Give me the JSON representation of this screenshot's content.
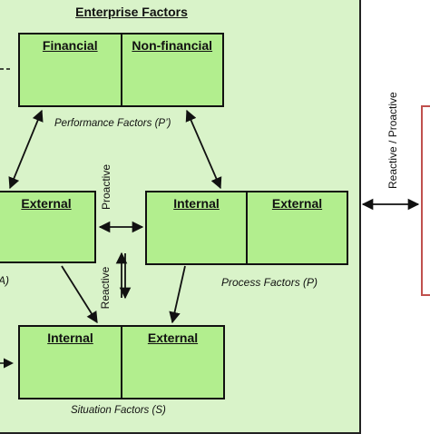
{
  "title": "Enterprise Factors",
  "performance": {
    "left": "Financial",
    "right": "Non-financial",
    "caption": "Performance Factors (P’)"
  },
  "process": {
    "left": "Internal",
    "right": "External",
    "caption": "Process Factors (P)"
  },
  "situation": {
    "left": "Internal",
    "right": "External",
    "caption": "Situation Factors (S)"
  },
  "left_box": {
    "label": "External",
    "caption_fragment": "A)"
  },
  "labels": {
    "proactive": "Proactive",
    "reactive": "Reactive",
    "reactive_proactive": "Reactive / Proactive"
  },
  "colors": {
    "box_fill": "#b2ee8e",
    "panel_fill": "#d9f3c9",
    "outline": "#111111",
    "right_border": "#c0504d"
  }
}
